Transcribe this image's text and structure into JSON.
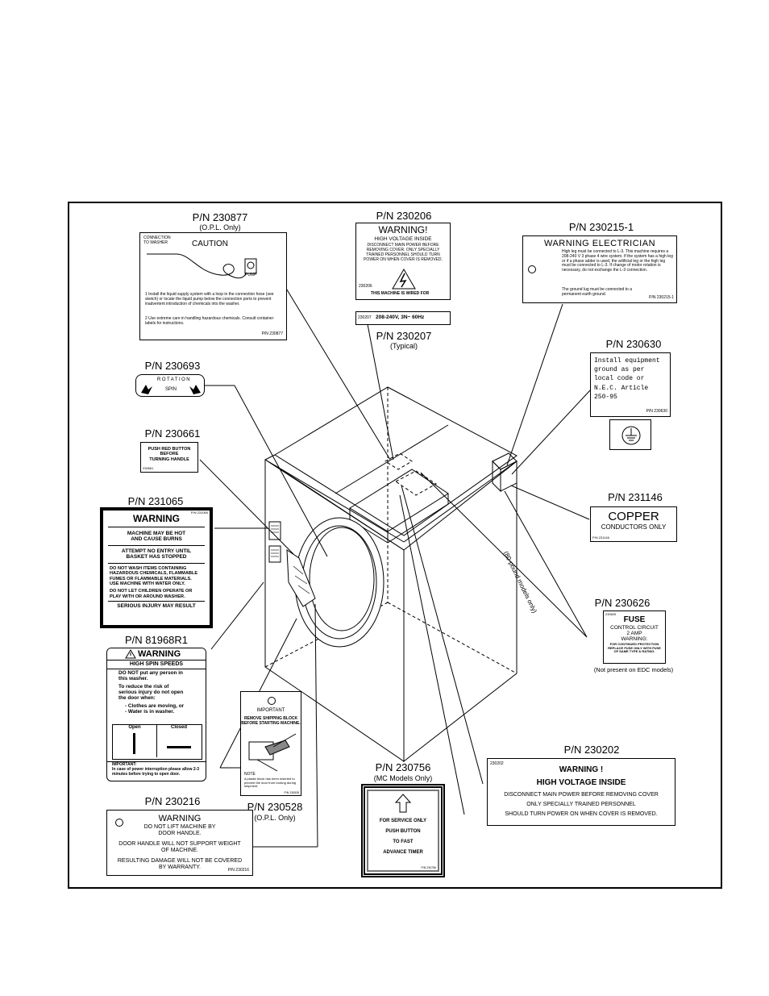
{
  "labels": {
    "l230877": {
      "pn": "P/N 230877",
      "sub": "(O.P.L. Only)",
      "hdr": "CONNECTION TO WASHER",
      "caption": "CAUTION",
      "pump": "PUMP",
      "text1": "1  Install the liquid supply system with a loop in the connection hose (see sketch) or locate the liquid pump below the connection ports to prevent inadvertent introduction of chemicals into the washer.",
      "text2": "2  Use extreme care in handling hazardous chemicals. Consult container labels for instructions.",
      "foot": "P/N 230877"
    },
    "l230206": {
      "pn": "P/N 230206",
      "title": "WARNING!",
      "line2": "HIGH VOLTAGE INSIDE",
      "body": "DISCONNECT MAIN POWER BEFORE REMOVING COVER.  ONLY SPECIALLY TRAINED PERSONNEL SHOULD TURN POWER ON WHEN COVER IS REMOVED.",
      "code": "230206",
      "wired": "THIS MACHINE IS WIRED FOR"
    },
    "l230207": {
      "pn": "P/N 230207",
      "sub": "(Typical)",
      "code": "230207",
      "spec": "208-240V, 3N~ 60Hz"
    },
    "l230215": {
      "pn": "P/N 230215-1",
      "title": "WARNING ELECTRICIAN",
      "body": "High leg must be connected to L-3. This machine requires a 208-240 V 3 phase 4 wire system. If the system has a high leg or if a phase adder is used, the artificial leg or the high leg must be connected to L-3. If change of motor rotation is necessary, do not exchange the L-3 connection.",
      "body2": "The ground lug must be connected to a permanent earth ground.",
      "foot": "P/N 230215-1"
    },
    "l230630": {
      "pn": "P/N 230630",
      "body": "Install equipment ground as per local code or N.E.C. Article 250-95",
      "foot": "P/N 230630"
    },
    "l230693": {
      "pn": "P/N 230693",
      "rotation": "ROTATION",
      "spin": "SPIN"
    },
    "l230661": {
      "pn": "P/N 230661",
      "line1": "PUSH RED BUTTON",
      "line2": "BEFORE",
      "line3": "TURNING HANDLE",
      "foot": "230661"
    },
    "l231065": {
      "pn": "P/N 231065",
      "title": "WARNING",
      "l1": "MACHINE MAY BE HOT",
      "l2": "AND CAUSE BURNS",
      "l3": "ATTEMPT NO ENTRY UNTIL",
      "l4": "BASKET HAS STOPPED",
      "l5": "DO NOT WASH ITEMS CONTAINING",
      "l6": "HAZARDOUS CHEMICALS, FLAMMABLE",
      "l7": "FUMES OR FLAMMABLE MATERIALS.",
      "l8": "USE MACHINE WITH WATER ONLY.",
      "l9": "DO NOT LET CHILDREN OPERATE OR",
      "l10": "PLAY WITH OR AROUND WASHER.",
      "l11": "SERIOUS INJURY MAY RESULT",
      "foot": "P/N 231065"
    },
    "l231146": {
      "pn": "P/N 231146",
      "big": "COPPER",
      "small": "CONDUCTORS ONLY",
      "foot": "P/N 231146"
    },
    "l230626": {
      "pn": "P/N 230626",
      "code": "230626",
      "fuse": "FUSE",
      "l1": "CONTROL CIRCUIT",
      "l2": "2 AMP",
      "l3": "WARNING:",
      "l4": "FOR CONTINUED PROTECTION",
      "l5": "REPLACE FUSE ONLY WITH FUSE",
      "l6": "OF SAME TYPE & RATING.",
      "note": "(Not present on EDC models)"
    },
    "l81968": {
      "pn": "P/N 81968R1",
      "title": "WARNING",
      "h": "HIGH SPIN SPEEDS",
      "l1": "DO NOT put any person in",
      "l2": "this washer.",
      "l3": "To reduce the risk of",
      "l4": "serious injury do not open",
      "l5": "the door when:",
      "l6": "- Clothes are moving, or",
      "l7": "- Water is in washer.",
      "open": "Open",
      "closed": "Closed",
      "imp": "IMPORTANT:",
      "imp_body": "In case of power interruption please allow 2-3 minutes before trying to open door."
    },
    "l230528": {
      "pn": "P/N 230528",
      "sub": "(O.P.L. Only)",
      "title": "IMPORTANT",
      "l1": "REMOVE SHIPPING BLOCK",
      "l2": "BEFORE STARTING MACHINE.",
      "note": "NOTE",
      "note_body": "A plastic block has been inserted to prevent the door from locking during shipment.",
      "foot": "P/N 230528"
    },
    "l230202": {
      "pn": "P/N 230202",
      "code": "230202",
      "t1": "WARNING !",
      "t2": "HIGH VOLTAGE INSIDE",
      "l1": "DISCONNECT MAIN POWER BEFORE REMOVING COVER",
      "l2": "ONLY SPECIALLY TRAINED PERSONNEL",
      "l3": "SHOULD TURN POWER ON WHEN COVER IS REMOVED."
    },
    "l230756": {
      "pn": "P/N 230756",
      "sub": "(MC Models Only)",
      "l1": "FOR SERVICE ONLY",
      "l2": "PUSH BUTTON",
      "l3": "TO FAST",
      "l4": "ADVANCE TIMER",
      "foot": "P/N 230756"
    },
    "l230216": {
      "pn": "P/N 230216",
      "title": "WARNING",
      "l1": "DO NOT LIFT MACHINE BY",
      "l2": "DOOR HANDLE.",
      "l3": "DOOR HANDLE WILL NOT SUPPORT WEIGHT",
      "l4": "OF MACHINE.",
      "l5": "RESULTING DAMAGE WILL NOT BE COVERED",
      "l6": "BY WARRANTY.",
      "foot": "P/N 230216"
    }
  },
  "rotated_note": "(80-pound models only)"
}
